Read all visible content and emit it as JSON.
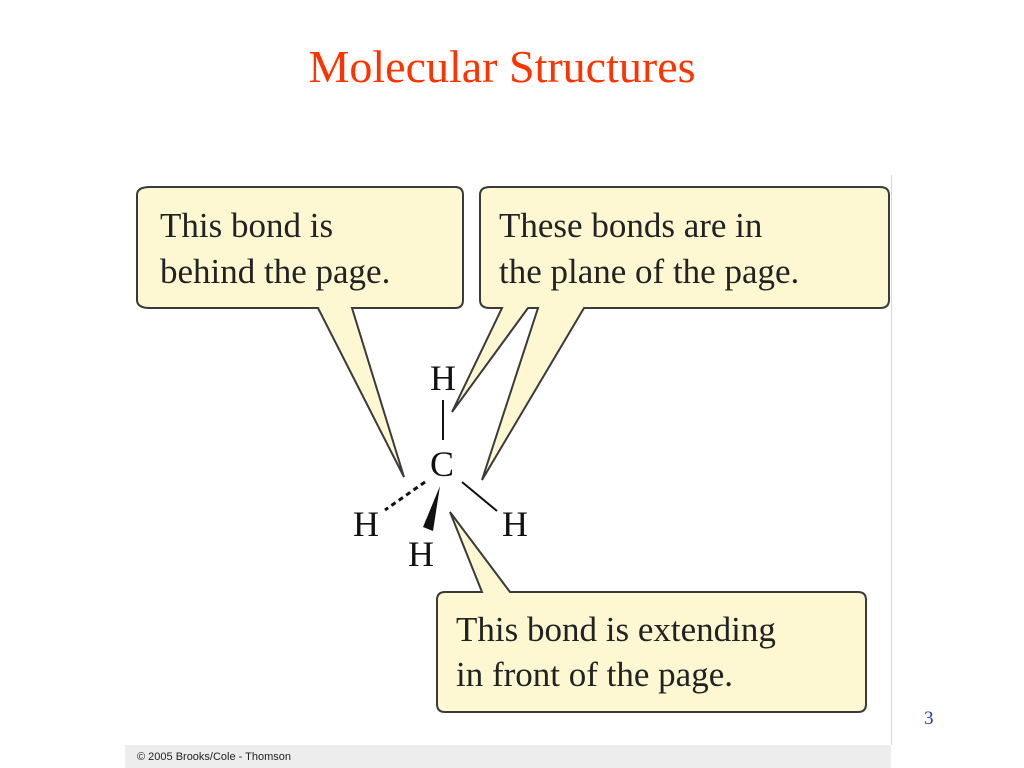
{
  "slide": {
    "title": "Molecular Structures",
    "number": "3"
  },
  "diagram": {
    "callouts": [
      {
        "id": "behind",
        "lines": [
          "This bond is",
          "behind the page."
        ]
      },
      {
        "id": "plane",
        "lines": [
          "These bonds are in",
          "the plane of the page."
        ]
      },
      {
        "id": "front",
        "lines": [
          "This bond is extending",
          "in front of the page."
        ]
      }
    ],
    "atoms": {
      "carbon": "C",
      "h_top": "H",
      "h_left": "H",
      "h_right": "H",
      "h_bottom": "H"
    },
    "bond_types": {
      "behind": "dashed",
      "plane": "solid line",
      "front": "wedge"
    },
    "colors": {
      "callout_fill": "#fdf8d2",
      "callout_stroke": "#3a3a3a",
      "title": "#ff3300",
      "slide_number": "#1a3fa8"
    }
  },
  "credit": "© 2005 Brooks/Cole - Thomson"
}
